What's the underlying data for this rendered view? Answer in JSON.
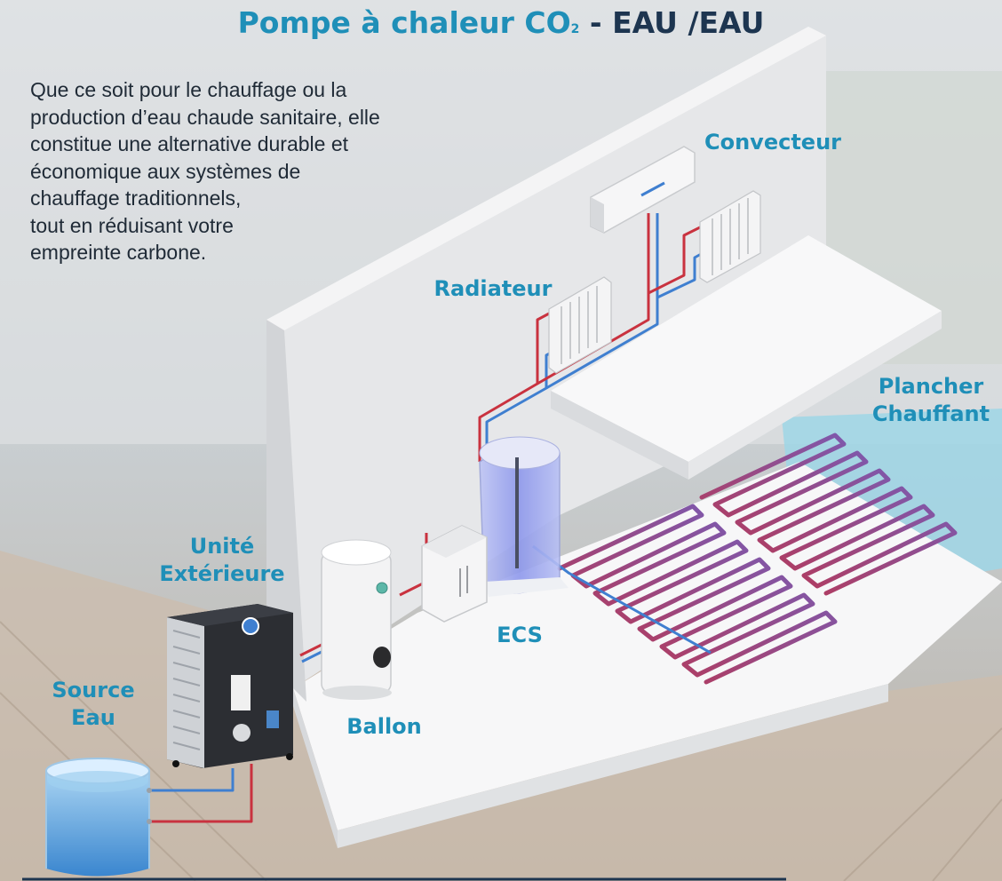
{
  "title": {
    "main": "Pompe à chaleur CO",
    "subscript": "2",
    "suffix": "- EAU /EAU"
  },
  "intro_lines": [
    "Que ce soit pour le chauffage ou la",
    "production d’eau chaude sanitaire, elle",
    "constitue une alternative durable et",
    "économique aux systèmes de",
    "chauffage traditionnels,",
    "tout en réduisant votre",
    "empreinte carbone."
  ],
  "labels": {
    "convecteur": "Convecteur",
    "radiateur": "Radiateur",
    "plancher_1": "Plancher",
    "plancher_2": "Chauffant",
    "unite_1": "Unité",
    "unite_2": "Extérieure",
    "ecs": "ECS",
    "source_1": "Source",
    "source_2": "Eau",
    "ballon": "Ballon"
  },
  "colors": {
    "accent": "#1f8fb8",
    "title_dark": "#1d3550",
    "text": "#1f2a36",
    "pipe_red": "#c9323f",
    "pipe_blue": "#3f7fd0",
    "floor_coil_start": "#c23246",
    "floor_coil_end": "#6b63c9"
  }
}
